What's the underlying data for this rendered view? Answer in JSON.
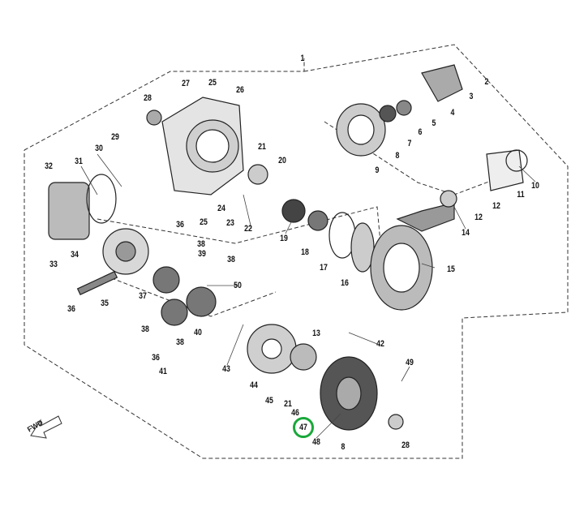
{
  "diagram": {
    "labels": [
      "1",
      "2",
      "3",
      "4",
      "5",
      "6",
      "7",
      "8",
      "9",
      "10",
      "11",
      "12",
      "12",
      "13",
      "14",
      "15",
      "16",
      "17",
      "18",
      "19",
      "20",
      "21",
      "22",
      "23",
      "24",
      "25",
      "25",
      "26",
      "27",
      "28",
      "29",
      "30",
      "31",
      "32",
      "33",
      "34",
      "35",
      "36",
      "36",
      "36",
      "37",
      "38",
      "38",
      "38",
      "38",
      "39",
      "40",
      "41",
      "42",
      "43",
      "44",
      "45",
      "46",
      "47",
      "48",
      "49",
      "50",
      "21",
      "8",
      "28"
    ],
    "highlighted_label": "47",
    "highlight_color": "#1aa83a",
    "direction_marker": "FWD"
  }
}
